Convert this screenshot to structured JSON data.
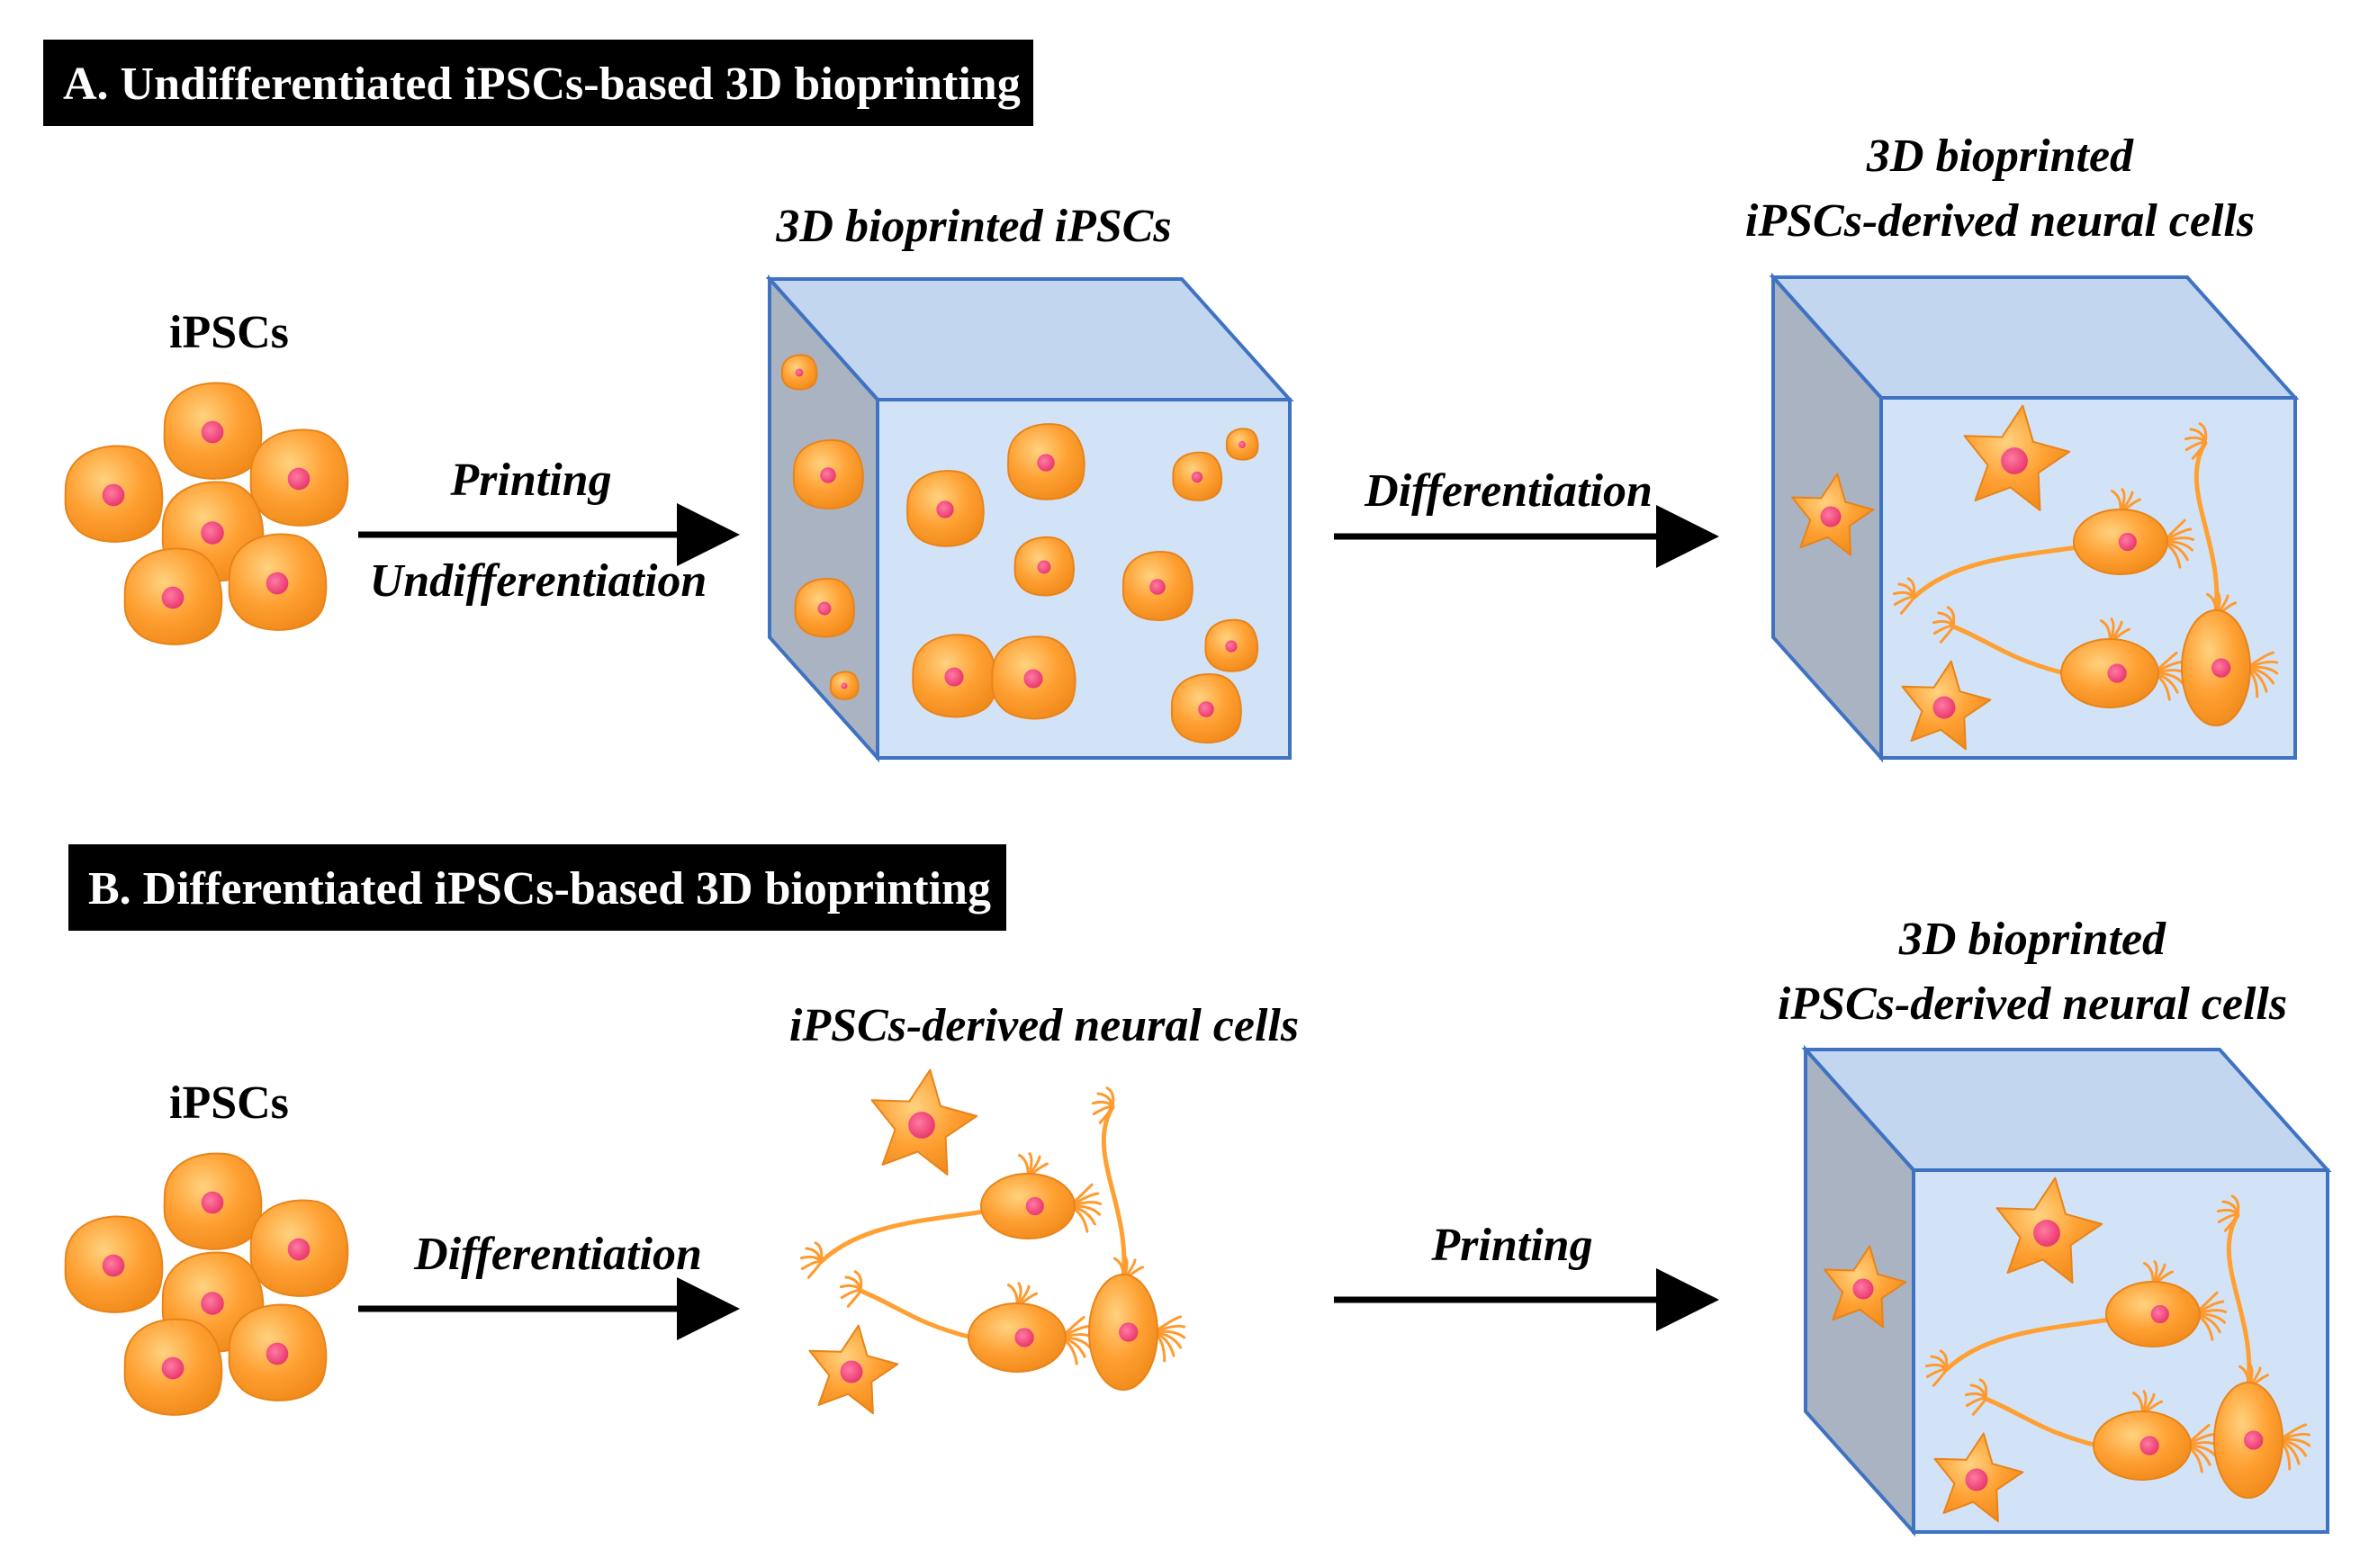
{
  "section_a": {
    "banner": "A. Undifferentiated iPSCs-based 3D bioprinting",
    "source_label": "iPSCs",
    "arrow1_top": "Printing",
    "arrow1_bottom": "Undifferentiation",
    "stage2_title": "3D bioprinted iPSCs",
    "arrow2_label": "Differentiation",
    "stage3_title_line1": "3D bioprinted",
    "stage3_title_line2": "iPSCs-derived neural cells"
  },
  "section_b": {
    "banner": "B. Differentiated iPSCs-based 3D bioprinting",
    "source_label": "iPSCs",
    "arrow1_label": "Differentiation",
    "stage2_title": "iPSCs-derived neural cells",
    "arrow2_label": "Printing",
    "stage3_title_line1": "3D bioprinted",
    "stage3_title_line2": "iPSCs-derived neural cells"
  },
  "colors": {
    "cell_fill": "#FFA033",
    "cell_highlight": "#FFC56A",
    "cell_edge": "#E07C12",
    "nucleus": "#F2447A",
    "cube_front": "#D3E3F7",
    "cube_side": "#A9B3C2",
    "cube_edge": "#3F73C2",
    "arrow": "#000000",
    "banner_bg": "#000000"
  }
}
